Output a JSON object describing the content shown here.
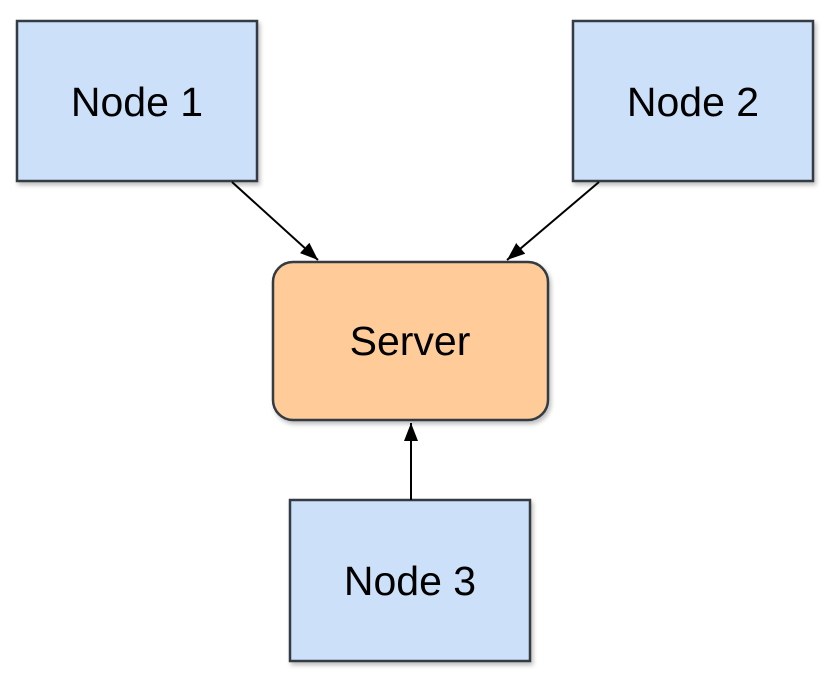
{
  "diagram": {
    "background": "#ffffff",
    "nodes": [
      {
        "id": "node1",
        "label": "Node 1",
        "shape": "rectangle"
      },
      {
        "id": "node2",
        "label": "Node 2",
        "shape": "rectangle"
      },
      {
        "id": "server",
        "label": "Server",
        "shape": "rounded-rectangle"
      },
      {
        "id": "node3",
        "label": "Node 3",
        "shape": "rectangle"
      }
    ],
    "edges": [
      {
        "from": "node1",
        "to": "server",
        "arrowhead_at": "server"
      },
      {
        "from": "node2",
        "to": "server",
        "arrowhead_at": "server"
      },
      {
        "from": "node3",
        "to": "server",
        "arrowhead_at": "server"
      }
    ],
    "colors": {
      "node_fill": "#cce0fa",
      "server_fill": "#ffcc99",
      "shape_stroke": "#343b42",
      "edge_stroke": "#000000",
      "label_color": "#000000"
    }
  }
}
